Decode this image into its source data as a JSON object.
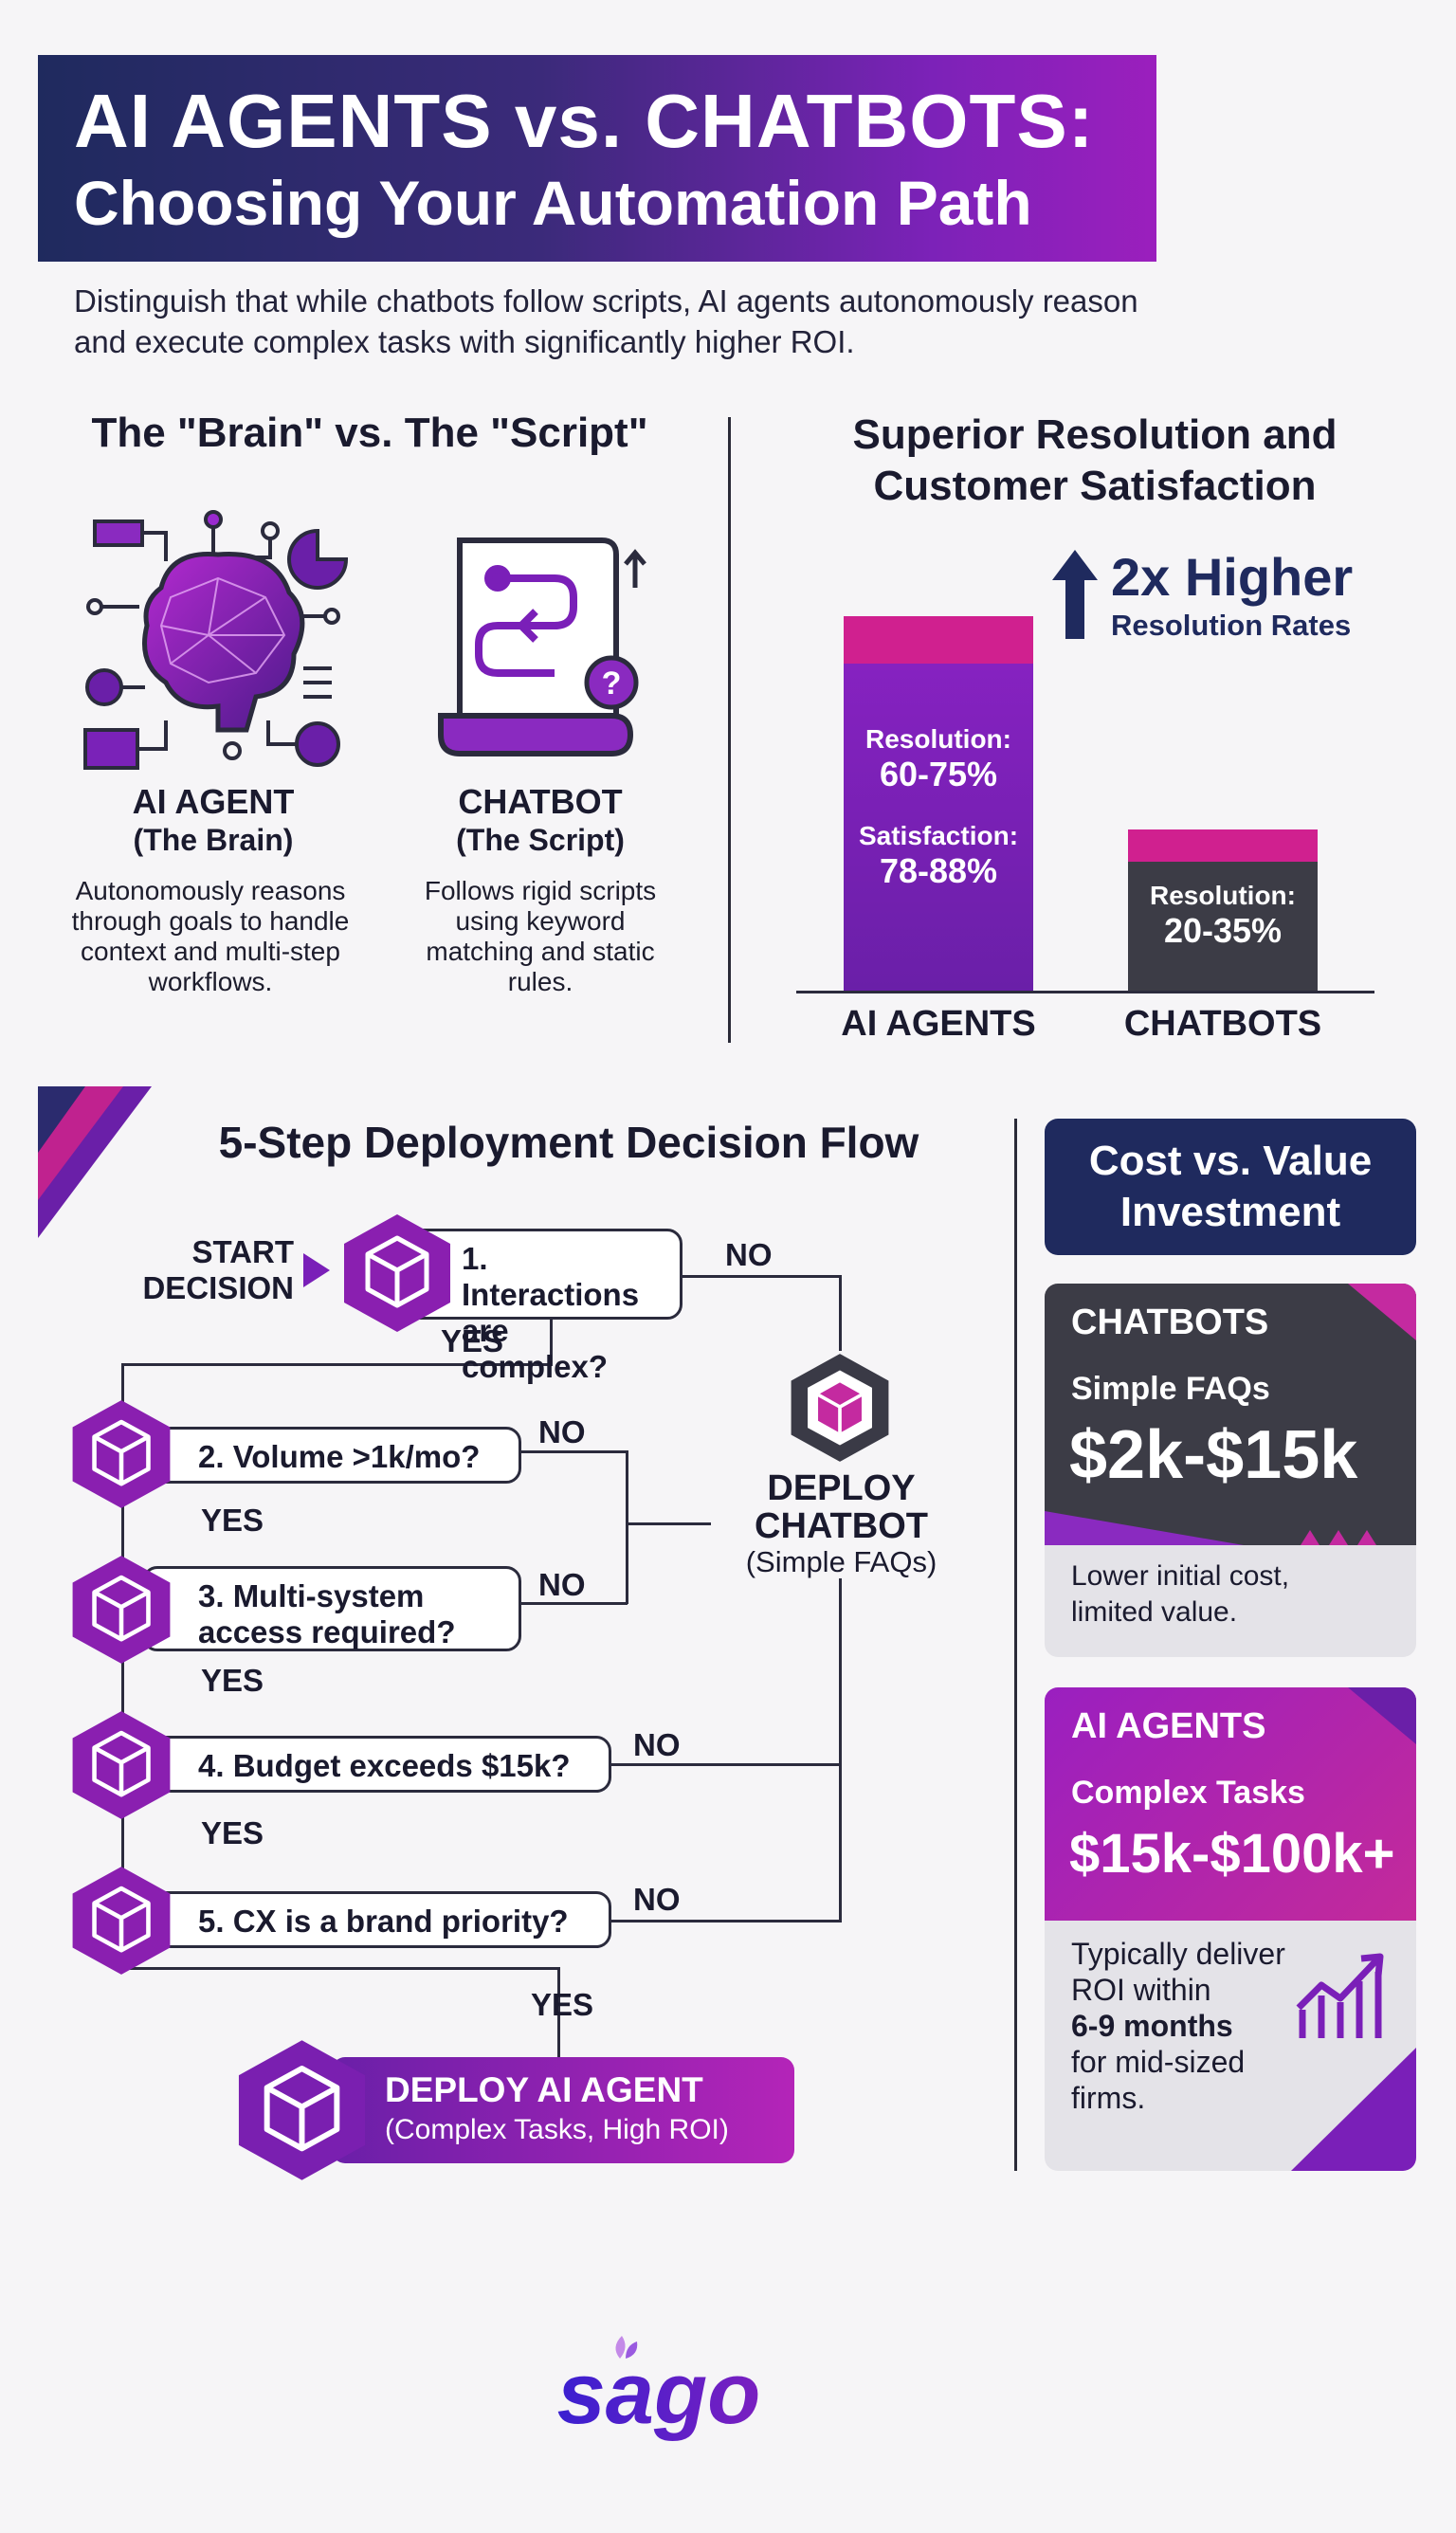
{
  "header": {
    "title_line1": "AI AGENTS vs. CHATBOTS:",
    "title_line2": "Choosing Your Automation Path"
  },
  "subtitle": "Distinguish that while chatbots follow scripts, AI agents autonomously reason and execute complex tasks with significantly higher ROI.",
  "brain_section": {
    "title": "The \"Brain\" vs. The \"Script\"",
    "agent": {
      "name": "AI AGENT",
      "tag": "(The Brain)",
      "description": "Autonomously reasons through goals to handle context and multi-step workflows.",
      "icon": "brain-network-icon"
    },
    "chatbot": {
      "name": "CHATBOT",
      "tag": "(The Script)",
      "description": "Follows rigid scripts using keyword matching and static rules.",
      "icon": "script-scroll-icon"
    }
  },
  "resolution_section": {
    "title_line1": "Superior Resolution and",
    "title_line2": "Customer Satisfaction",
    "callout_big": "2x Higher",
    "callout_small": "Resolution Rates"
  },
  "chart_data": {
    "type": "bar",
    "categories": [
      "AI AGENTS",
      "CHATBOTS"
    ],
    "bars": [
      {
        "category": "AI AGENTS",
        "relative_height": 1.0,
        "labels": [
          {
            "name": "Resolution:",
            "value": "60-75%"
          },
          {
            "name": "Satisfaction:",
            "value": "78-88%"
          }
        ]
      },
      {
        "category": "CHATBOTS",
        "relative_height": 0.43,
        "labels": [
          {
            "name": "Resolution:",
            "value": "20-35%"
          }
        ]
      }
    ],
    "colors": {
      "agent": "#7a1fb8",
      "chatbot": "#3c3c46",
      "cap": "#d0208f"
    }
  },
  "flow": {
    "title": "5-Step Deployment Decision Flow",
    "start_line1": "START",
    "start_line2": "DECISION",
    "steps": [
      {
        "line1": "1. Interactions",
        "line2": "are complex?"
      },
      {
        "line1": "2. Volume >1k/mo?",
        "line2": ""
      },
      {
        "line1": "3. Multi-system",
        "line2": "access required?"
      },
      {
        "line1": "4. Budget exceeds $15k?",
        "line2": ""
      },
      {
        "line1": "5. CX is a brand priority?",
        "line2": ""
      }
    ],
    "yes": "YES",
    "no": "NO",
    "chatbot_outcome": {
      "line1": "DEPLOY",
      "line2": "CHATBOT",
      "line3": "(Simple FAQs)"
    },
    "agent_outcome": {
      "line1": "DEPLOY AI AGENT",
      "line2": "(Complex Tasks, High ROI)"
    }
  },
  "cost": {
    "title_line1": "Cost vs. Value",
    "title_line2": "Investment",
    "chatbots": {
      "label": "CHATBOTS",
      "use": "Simple FAQs",
      "price": "$2k-$15k",
      "note_line1": "Lower initial cost,",
      "note_line2": "limited value."
    },
    "agents": {
      "label": "AI AGENTS",
      "use": "Complex Tasks",
      "price": "$15k-$100k+",
      "note_line1": "Typically deliver",
      "note_line2": "ROI within",
      "note_bold": "6-9 months",
      "note_line3": "for mid-sized",
      "note_line4": "firms."
    }
  },
  "logo": "sago",
  "colors": {
    "navy": "#1f2a5e",
    "purple": "#7a1fb8",
    "magenta": "#c0228f",
    "dark": "#2b2b3d"
  }
}
